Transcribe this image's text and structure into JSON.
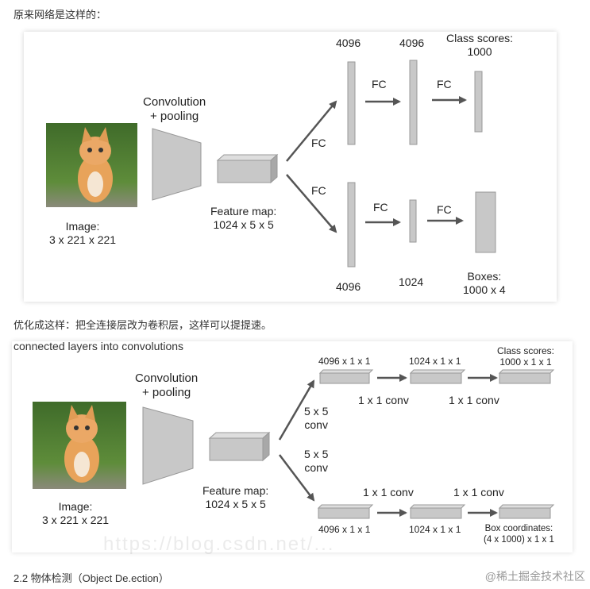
{
  "captions": {
    "intro": "原来网络是这样的：",
    "optimize": "优化成这样：把全连接层改为卷积层，这样可以提提速。",
    "section": "2.2 物体检测（Object De.ection）"
  },
  "diagram1": {
    "conv_label": "Convolution\n+ pooling",
    "image_label": "Image:\n3 x 221 x 221",
    "feature_label": "Feature map:\n1024 x 5 x 5",
    "fc_labels": [
      "FC",
      "FC",
      "FC",
      "FC",
      "FC",
      "FC"
    ],
    "top_dims": [
      "4096",
      "4096"
    ],
    "class_scores": "Class scores:\n1000",
    "bottom_dims": [
      "4096",
      "1024"
    ],
    "boxes": "Boxes:\n1000 x 4"
  },
  "diagram2": {
    "partial_top": "connected layers into convolutions",
    "conv_label": "Convolution\n+ pooling",
    "image_label": "Image:\n3 x 221 x 221",
    "feature_label": "Feature map:\n1024 x 5 x 5",
    "conv55_top": "5 x 5\nconv",
    "conv55_bottom": "5 x 5\nconv",
    "top_dims": [
      "4096 x 1 x 1",
      "1024 x 1 x 1"
    ],
    "class_scores": "Class scores:\n1000 x 1 x 1",
    "conv11_top": [
      "1 x 1 conv",
      "1 x 1 conv"
    ],
    "conv11_bottom": [
      "1 x 1 conv",
      "1 x 1 conv"
    ],
    "bottom_dims": [
      "4096 x 1 x 1",
      "1024 x 1 x 1"
    ],
    "box_coords": "Box coordinates:\n(4 x 1000) x 1 x 1"
  },
  "watermark": "@稀土掘金技术社区",
  "watermark_url": "https://blog.csdn.net/..."
}
